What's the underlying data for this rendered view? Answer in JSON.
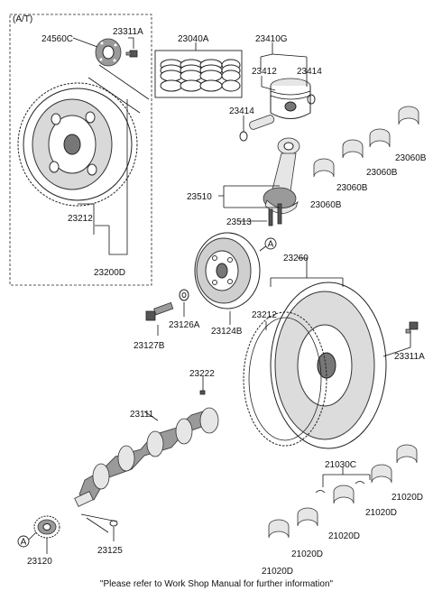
{
  "box_label": "(A/T)",
  "parts": {
    "p23311A_top": "23311A",
    "p24560C": "24560C",
    "p23040A": "23040A",
    "p23410G": "23410G",
    "p23412": "23412",
    "p23414_r": "23414",
    "p23414_l": "23414",
    "p23060B_1": "23060B",
    "p23060B_2": "23060B",
    "p23060B_3": "23060B",
    "p23060B_4": "23060B",
    "p23510": "23510",
    "p23513": "23513",
    "p23212_top": "23212",
    "p23200D": "23200D",
    "p23260": "23260",
    "p23212_mid": "23212",
    "p23126A": "23126A",
    "p23124B": "23124B",
    "p23127B": "23127B",
    "p23311A_mid": "23311A",
    "p23222": "23222",
    "p23111": "23111",
    "p21030C": "21030C",
    "p21020D_1": "21020D",
    "p21020D_2": "21020D",
    "p21020D_3": "21020D",
    "p21020D_4": "21020D",
    "p21020D_5": "21020D",
    "p23125": "23125",
    "p23120": "23120"
  },
  "markers": {
    "ref_a_pulley": "A",
    "ref_a_gear": "A"
  },
  "footer_note": "\"Please refer to Work Shop Manual for further information\""
}
